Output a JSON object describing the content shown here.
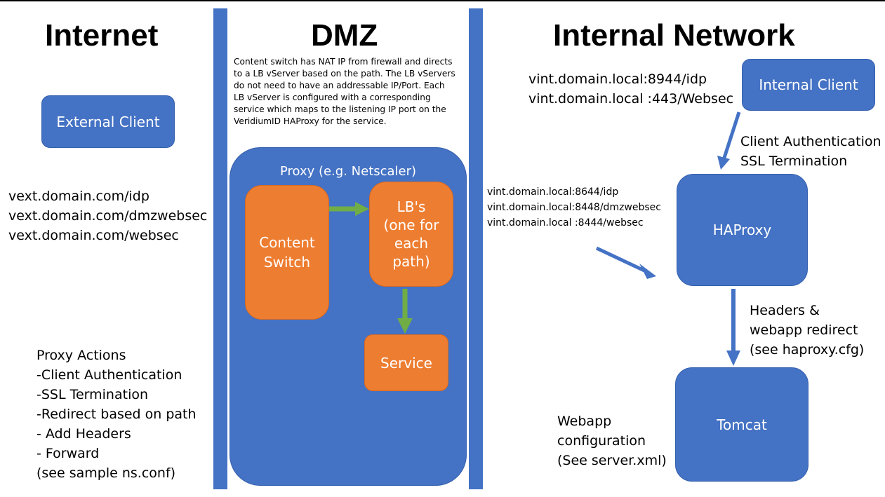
{
  "zones": {
    "internet": "Internet",
    "dmz": "DMZ",
    "internal": "Internal Network"
  },
  "dmz_note": [
    "Content switch has NAT IP from firewall and directs",
    "to a LB vServer based on the path. The LB vServers",
    "do not need to have an addressable IP/Port.  Each",
    "LB vServer is configured with a corresponding",
    "service which maps to the listening IP port on the",
    "VeridiumID HAProxy for the service."
  ],
  "nodes": {
    "external_client": "External Client",
    "proxy": "Proxy (e.g. Netscaler)",
    "content_switch": [
      "Content",
      "Switch"
    ],
    "lbs": [
      "LB's",
      "(one for",
      "each",
      "path)"
    ],
    "service": "Service",
    "internal_client": "Internal Client",
    "haproxy": "HAProxy",
    "tomcat": "Tomcat"
  },
  "external_urls": [
    "vext.domain.com/idp",
    "vext.domain.com/dmzwebsec",
    "vext.domain.com/websec"
  ],
  "proxy_actions": [
    "Proxy Actions",
    "-Client Authentication",
    "-SSL Termination",
    "-Redirect based on path",
    "- Add Headers",
    "- Forward",
    "(see sample ns.conf)"
  ],
  "internal_client_urls": [
    "vint.domain.local:8944/idp",
    "vint.domain.local :443/Websec"
  ],
  "client_auth_label": [
    "Client Authentication",
    "SSL Termination"
  ],
  "dmz_to_haproxy_urls": [
    "vint.domain.local:8644/idp",
    "vint.domain.local:8448/dmzwebsec",
    "vint.domain.local :8444/websec"
  ],
  "headers_label": [
    "Headers &",
    "webapp redirect",
    "(see haproxy.cfg)"
  ],
  "webapp_label": [
    "Webapp",
    "configuration",
    "(See server.xml)"
  ],
  "colors": {
    "blue": "#4472c4",
    "orange": "#ed7d31",
    "green_arrow": "#70ad47"
  }
}
